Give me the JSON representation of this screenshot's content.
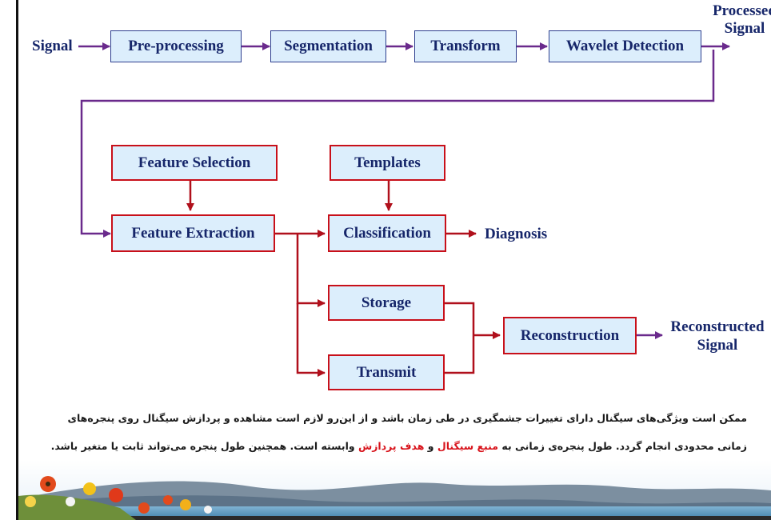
{
  "flow": {
    "signal": "Signal",
    "preprocessing": "Pre-processing",
    "segmentation": "Segmentation",
    "transform": "Transform",
    "wavelet_detection": "Wavelet Detection",
    "processed_signal": [
      "Processed",
      "Signal"
    ],
    "feature_selection": "Feature Selection",
    "templates": "Templates",
    "feature_extraction": "Feature Extraction",
    "classification": "Classification",
    "diagnosis": "Diagnosis",
    "storage": "Storage",
    "transmit": "Transmit",
    "reconstruction": "Reconstruction",
    "reconstructed_signal": [
      "Reconstructed",
      "Signal"
    ]
  },
  "note": {
    "line1": "ممکن است ویژگی‌های سیگنال دارای تغییرات جشمگیری در طی زمان باشد و از این‌رو لازم است مشاهده و پردازش سیگنال روی پنجره‌های",
    "line2_part1": "زمانی محدودی انجام گردد. طول پنجره‌ی زمانی به",
    "highlight1": "منبع سیگنال",
    "line2_and": "و",
    "highlight2": "هدف پردازش",
    "line2_part2": "وابسته است. همچنین طول پنجره می‌تواند ثابت یا متغیر باشد."
  },
  "colors": {
    "red_line": "#b0101c",
    "purple_line": "#6a2a8c",
    "box_fill": "#dceefc",
    "text": "#16266a"
  }
}
